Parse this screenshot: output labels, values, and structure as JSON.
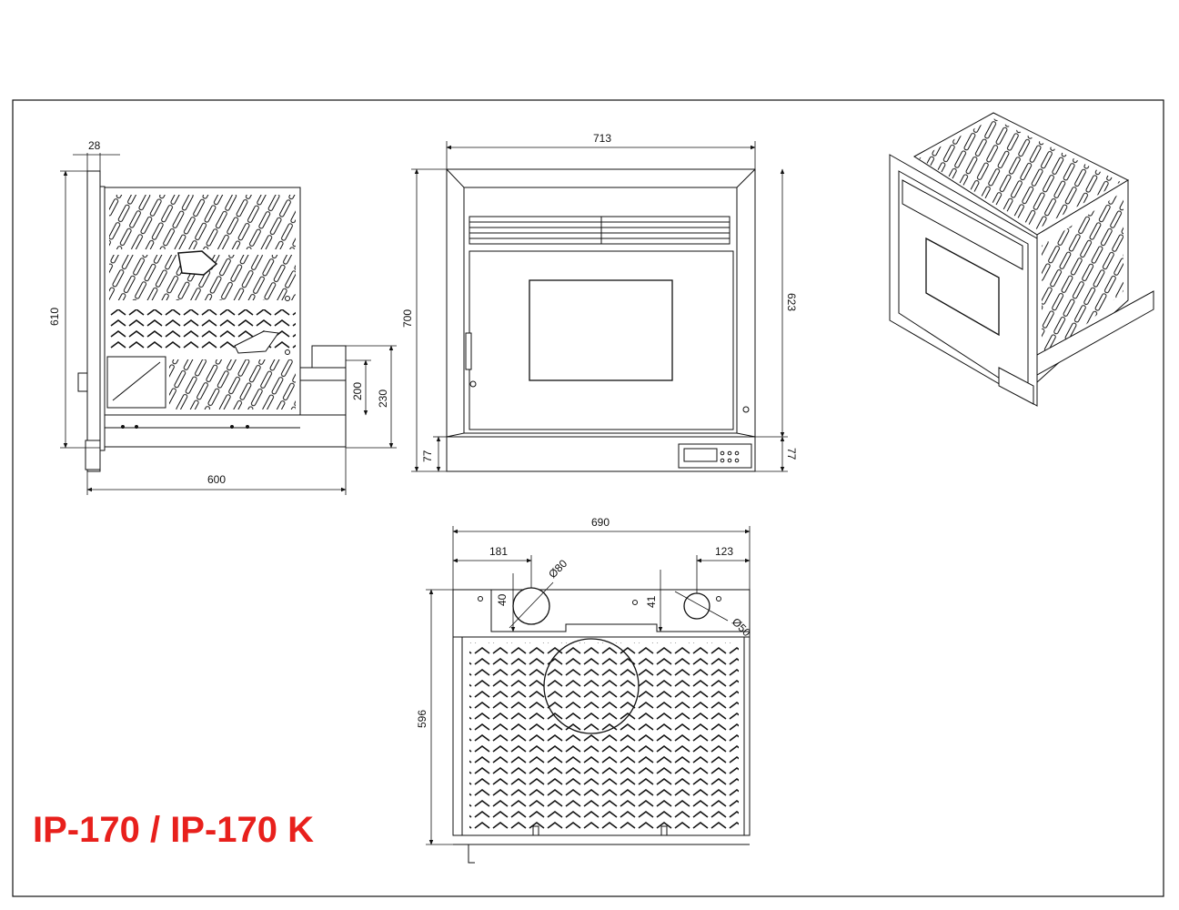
{
  "title": "IP-170 / IP-170 K",
  "title_color": "#e8201c",
  "line_color": "#111111",
  "side_view": {
    "dim_top": "28",
    "dim_height": "610",
    "dim_depth": "600",
    "dim_flue_inner": "200",
    "dim_flue_outer": "230"
  },
  "front_view": {
    "dim_width": "713",
    "dim_height": "700",
    "dim_inner_height": "623",
    "dim_base_left": "77",
    "dim_base_right": "77"
  },
  "top_view": {
    "dim_width": "690",
    "dim_left_offset": "181",
    "dim_right_offset": "123",
    "dim_diameter_large": "Ø80",
    "dim_diameter_small": "Ø50",
    "dim_left_depth": "40",
    "dim_right_depth": "41",
    "dim_depth": "596"
  }
}
